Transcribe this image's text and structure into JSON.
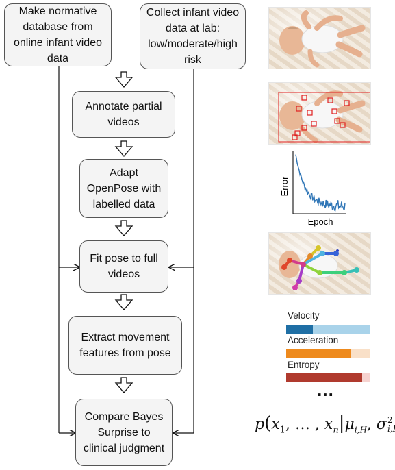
{
  "boxes": {
    "normative": "Make normative database from online infant video data",
    "collect": "Collect infant video data at lab: low/moderate/high risk",
    "annotate": "Annotate partial videos",
    "adapt": "Adapt OpenPose with labelled data",
    "fit": "Fit pose to full videos",
    "extract": "Extract movement features from pose",
    "compare": "Compare Bayes Surprise to clinical judgment"
  },
  "error_plot": {
    "ylabel": "Error",
    "xlabel": "Epoch",
    "color": "#2e75b6"
  },
  "features": {
    "items": [
      {
        "label": "Velocity",
        "fraction": 0.32,
        "color": "#1f6fa5",
        "track": "#a9d3ea"
      },
      {
        "label": "Acceleration",
        "fraction": 0.77,
        "color": "#ee8a1d",
        "track": "#f9e0c8"
      },
      {
        "label": "Entropy",
        "fraction": 0.91,
        "color": "#b03a2e",
        "track": "#f6d3d0"
      }
    ],
    "ellipsis": "…"
  },
  "formula": {
    "p": "p",
    "x1": "x",
    "sub1": "1",
    "dots": ", … , ",
    "xn": "x",
    "subn": "n",
    "mu": "μ",
    "sigma": "σ",
    "sub_iH": "i,H",
    "sup2": "2"
  }
}
